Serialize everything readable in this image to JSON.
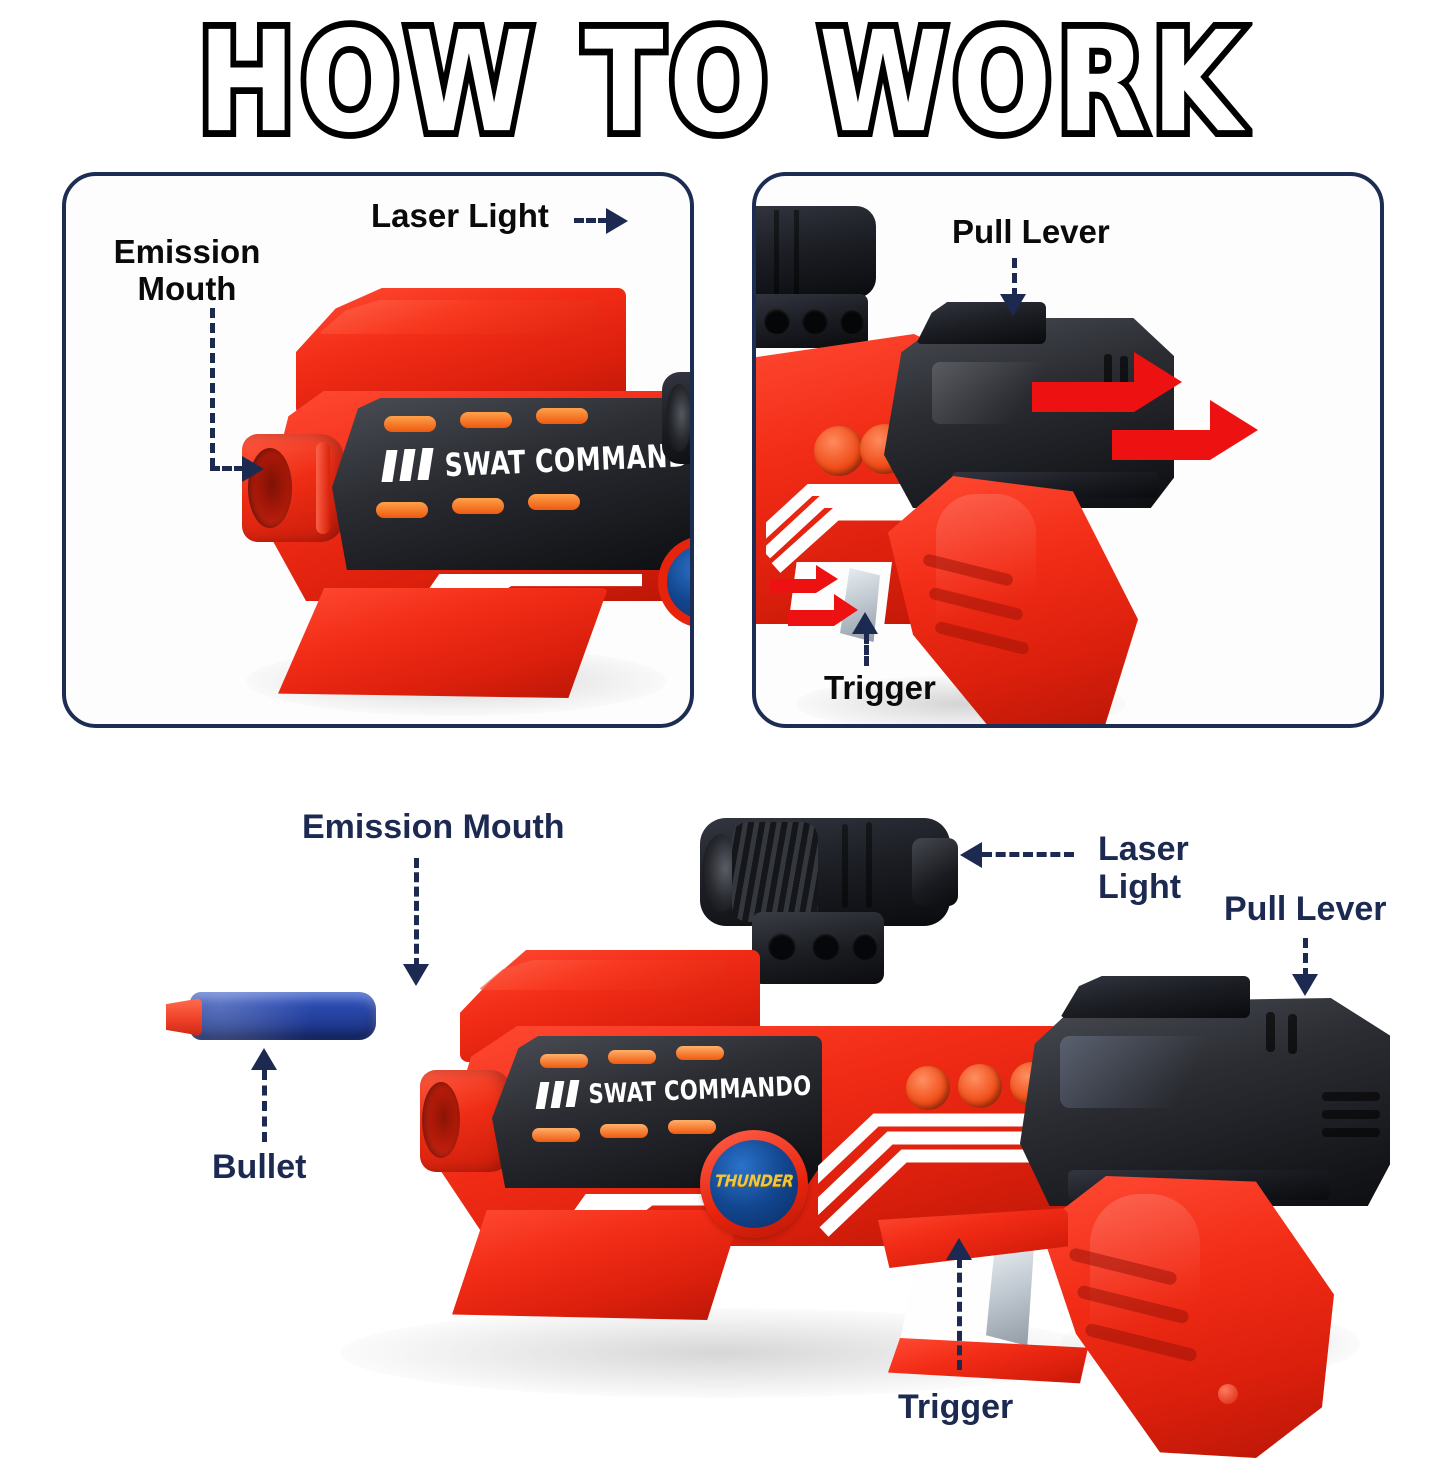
{
  "title": "HOW TO WORK",
  "colors": {
    "panel_border": "#1d2c53",
    "label_navy": "#1c2a52",
    "label_black": "#0a0a0a",
    "arrow_red": "#ee1111",
    "gun_red": "#f22c16",
    "gun_black": "#1b1d23",
    "bullet_blue": "#2b49ad",
    "bullet_tip": "#f0412a",
    "badge_blue": "#12468f",
    "accent_orange": "#f4651c",
    "background": "#ffffff"
  },
  "panels": {
    "top_left": {
      "name": "front-closeup-panel",
      "labels": [
        {
          "id": "emission-mouth",
          "text_line1": "Emission",
          "text_line2": "Mouth",
          "arrow": "elbow-down-right"
        },
        {
          "id": "laser-light",
          "text": "Laser Light",
          "arrow": "dashed-right"
        }
      ]
    },
    "top_right": {
      "name": "rear-closeup-panel",
      "labels": [
        {
          "id": "pull-lever",
          "text": "Pull Lever",
          "arrow": "dashed-down"
        },
        {
          "id": "trigger",
          "text": "Trigger",
          "arrow": "dashed-up"
        }
      ],
      "motion_arrows": [
        {
          "id": "lever-pull-upper",
          "direction": "right",
          "color": "#ee1111"
        },
        {
          "id": "lever-pull-lower",
          "direction": "right",
          "color": "#ee1111"
        },
        {
          "id": "trigger-press-upper",
          "direction": "right",
          "color": "#ee1111"
        },
        {
          "id": "trigger-press-lower",
          "direction": "right",
          "color": "#ee1111"
        }
      ]
    },
    "bottom": {
      "name": "full-product-diagram",
      "labels": [
        {
          "id": "emission-mouth",
          "text": "Emission Mouth",
          "arrow": "dashed-down"
        },
        {
          "id": "bullet",
          "text": "Bullet",
          "arrow": "dashed-up"
        },
        {
          "id": "laser-light",
          "text_line1": "Laser",
          "text_line2": "Light",
          "arrow": "dashed-left"
        },
        {
          "id": "pull-lever",
          "text": "Pull Lever",
          "arrow": "dashed-down"
        },
        {
          "id": "trigger",
          "text": "Trigger",
          "arrow": "dashed-up"
        }
      ]
    }
  },
  "product": {
    "barrel_text": "SWAT COMMANDO",
    "badge_text": "THUNDER",
    "bullet_label": "Bullet"
  }
}
